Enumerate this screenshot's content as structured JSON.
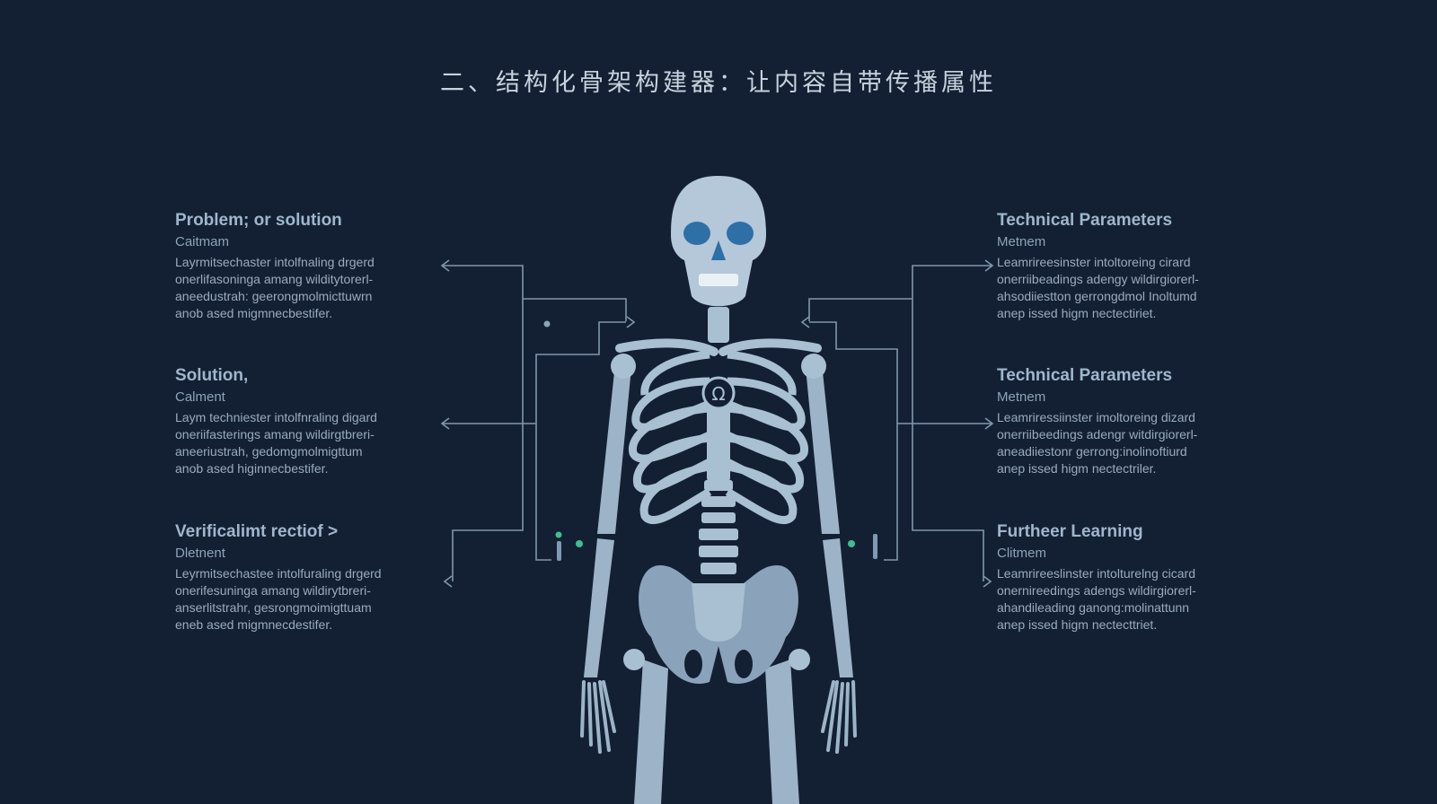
{
  "header": {
    "title": "二、结构化骨架构建器：让内容自带传播属性"
  },
  "left_blocks": [
    {
      "heading": "Problem; or solution",
      "sub": "Caitmam",
      "body": [
        "Layrmitsechaster intolfnaling drgerd",
        "onerlifasoninga amang wilditytorerl-",
        "aneedustrah: geerongmolmicttuwrn",
        "anob ased migmnecbestifer."
      ]
    },
    {
      "heading": "Solution,",
      "sub": "Calment",
      "body": [
        "Laym techniester intolfnraling digard",
        "oneriifasterings amang wildirgtbreri-",
        "aneeriustrah, gedomgmolmigttum",
        "anob ased higinnecbestifer."
      ]
    },
    {
      "heading": "Verificalimt rectiof  >",
      "sub": "Dletnent",
      "body": [
        "Leyrmitsechastee intolfuraling drgerd",
        "onerifesuninga amang wildirytbreri-",
        "anserlitstrahr, gesrongmoimigttuam",
        "eneb ased migmnecdestifer."
      ]
    }
  ],
  "right_blocks": [
    {
      "heading": "Technical Parameters",
      "sub": "Metnem",
      "body": [
        "Leamrireesinster intoltoreing cirard",
        "onerriibeadings adengy wildirgiorerl-",
        "ahsodiiestton gerrongdmol Inoltumd",
        "anep issed higm nectectiriet."
      ]
    },
    {
      "heading": "Technical Parameters",
      "sub": "Metnem",
      "body": [
        "Leamriressiinster imoltoreing dizard",
        "onerriibeedings adengr witdirgiorerl-",
        "aneadiiestonr gerrong:inolinoftiurd",
        "anep issed higm nectectriler."
      ]
    },
    {
      "heading": "Furtheer Learning",
      "sub": "Clitmem",
      "body": [
        "Leamrireeslinster intolturelng cicard",
        "onernireedings adengs wildirgiorerl-",
        "ahandileading ganong:molinattunn",
        "anep issed higm nectecttriet."
      ]
    }
  ],
  "colors": {
    "background": "#132033",
    "bone": "#a9bfd2",
    "bone_shadow": "#7f99b1",
    "eye_socket": "#2e6fa6",
    "connector_line": "#8ea3b7",
    "marker_green": "#3fbf8f"
  },
  "icons": {
    "chest_emblem": "omega-icon"
  }
}
